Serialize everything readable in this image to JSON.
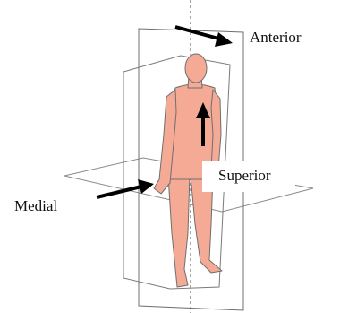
{
  "labels": {
    "anterior": "Anterior",
    "superior": "Superior",
    "medial": "Medial"
  },
  "colors": {
    "body_fill": "#f5aa96",
    "body_stroke": "#6e6e6e",
    "plane_stroke": "#7a7a7a",
    "arrow": "#000000",
    "label_box": "#ffffff"
  }
}
